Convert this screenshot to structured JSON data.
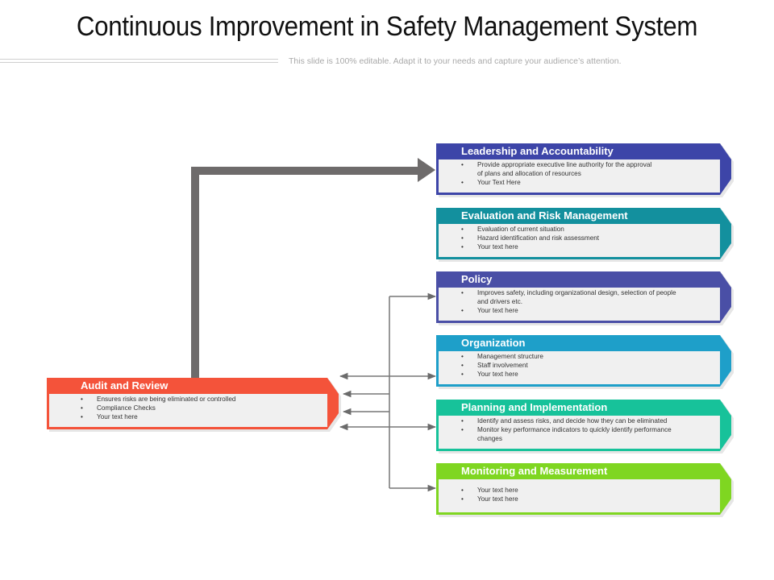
{
  "title": "Continuous Improvement in Safety Management System",
  "subtitle": "This slide is 100% editable. Adapt it to your needs and capture your audience’s attention.",
  "audit": {
    "heading": "Audit and Review",
    "color": "#F4533A",
    "bullets": [
      "Ensures risks are being eliminated or controlled",
      "Compliance Checks",
      "Your text here"
    ]
  },
  "elements": [
    {
      "heading": "Leadership and Accountability",
      "color": "#3D45A8",
      "bullets": [
        "Provide appropriate  executive line authority for the approval of plans and allocation of resources",
        "Your Text Here"
      ]
    },
    {
      "heading": "Evaluation and Risk Management",
      "color": "#13909E",
      "bullets": [
        "Evaluation of current situation",
        "Hazard  identification and risk assessment",
        "Your text here"
      ]
    },
    {
      "heading": "Policy",
      "color": "#4A4FA6",
      "bullets": [
        "Improves safety, including organizational design, selection of people and drivers etc.",
        "Your text here"
      ]
    },
    {
      "heading": "Organization",
      "color": "#1E9FC9",
      "bullets": [
        "Management  structure",
        "Staff involvement",
        "Your text here"
      ]
    },
    {
      "heading": "Planning and Implementation",
      "color": "#17C29A",
      "bullets": [
        "Identify and assess risks, and decide how  they can be eliminated",
        "Monitor  key performance indicators to quickly identify performance changes"
      ]
    },
    {
      "heading": "Monitoring and Measurement",
      "color": "#7FD621",
      "bullets": [
        "Your text here",
        "Your text here"
      ]
    }
  ]
}
